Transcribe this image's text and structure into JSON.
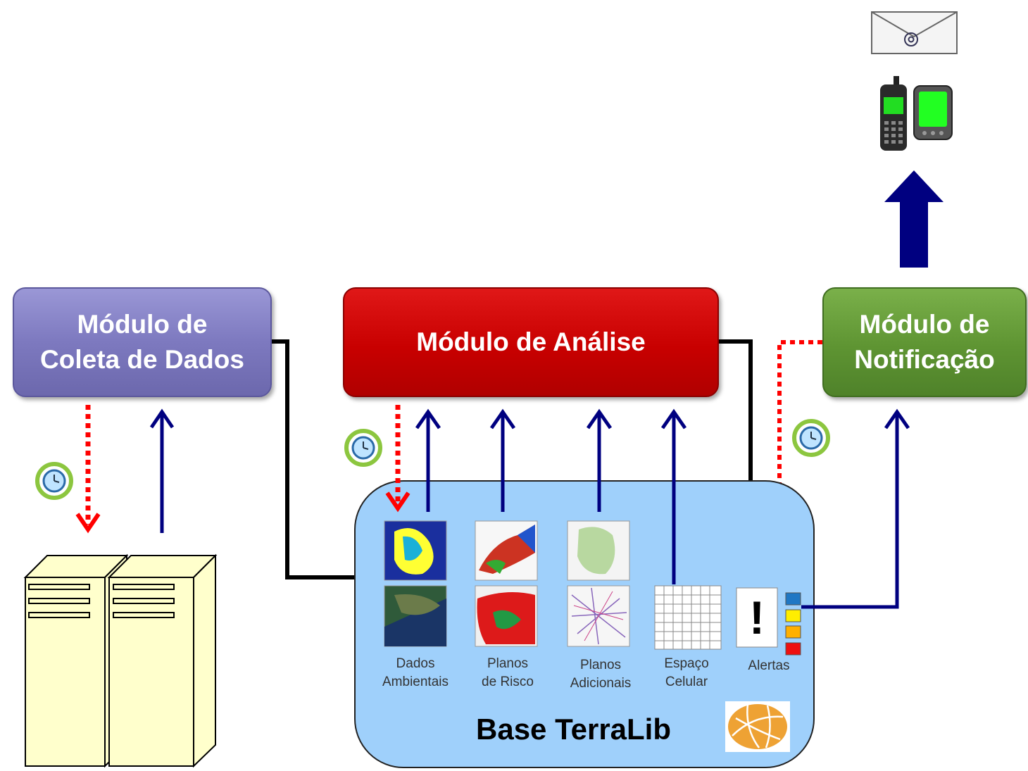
{
  "modules": {
    "coleta": "Módulo de\nColeta de Dados",
    "analise": "Módulo de Análise",
    "notificacao": "Módulo de\nNotificação"
  },
  "base": {
    "title": "Base TerraLib",
    "layers": [
      {
        "label": "Dados\nAmbientais"
      },
      {
        "label": "Planos\nde Risco"
      },
      {
        "label": "Planos\nAdicionais"
      },
      {
        "label": "Espaço\nCelular"
      },
      {
        "label": "Alertas"
      }
    ],
    "alert_symbol": "!"
  },
  "icons": [
    "email-icon",
    "mobile-phone-icon",
    "pda-icon",
    "server-icon",
    "clock-icon",
    "terralib-logo"
  ],
  "colors": {
    "coleta": "#7d79bf",
    "analise": "#c80000",
    "notificacao": "#5e9432",
    "panel": "#9fd0fb",
    "flow_arrow": "#000080",
    "trigger_arrow": "#ff0000",
    "data_arrow": "#000000",
    "alert_levels": [
      "#1f77c4",
      "#ffee00",
      "#ffb000",
      "#ee1010"
    ]
  }
}
